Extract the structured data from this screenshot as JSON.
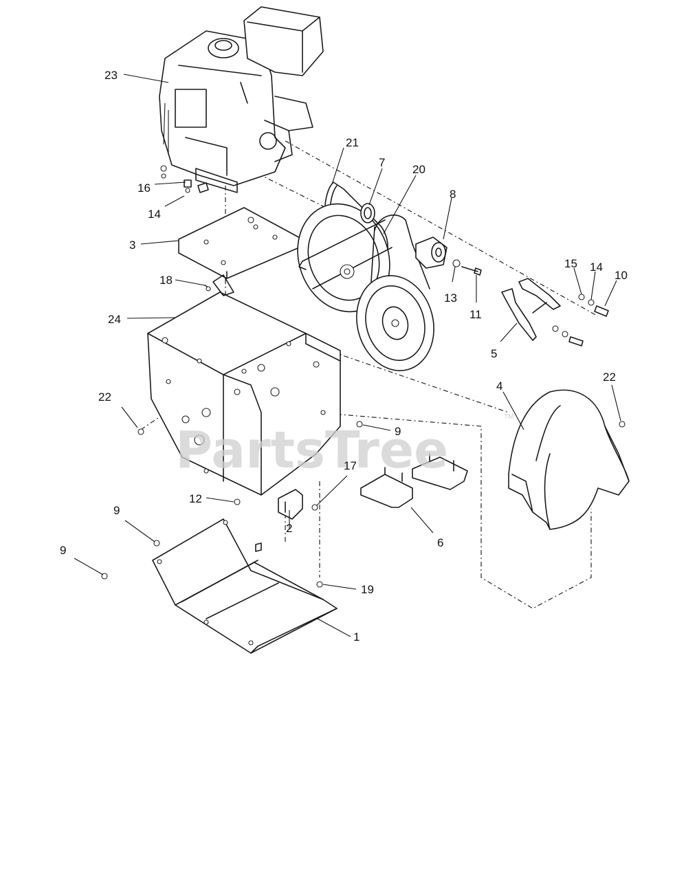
{
  "watermark": {
    "text": "PartsTree",
    "tm": "TM"
  },
  "callouts": {
    "c23": "23",
    "c21": "21",
    "c7": "7",
    "c20": "20",
    "c8": "8",
    "c16": "16",
    "c14a": "14",
    "c3": "3",
    "c18": "18",
    "c24": "24",
    "c15": "15",
    "c14b": "14",
    "c10": "10",
    "c13": "13",
    "c11": "11",
    "c5": "5",
    "c22a": "22",
    "c22b": "22",
    "c4": "4",
    "c9a": "9",
    "c17": "17",
    "c12": "12",
    "c2": "2",
    "c6": "6",
    "c9b": "9",
    "c9c": "9",
    "c19": "19",
    "c1": "1"
  }
}
